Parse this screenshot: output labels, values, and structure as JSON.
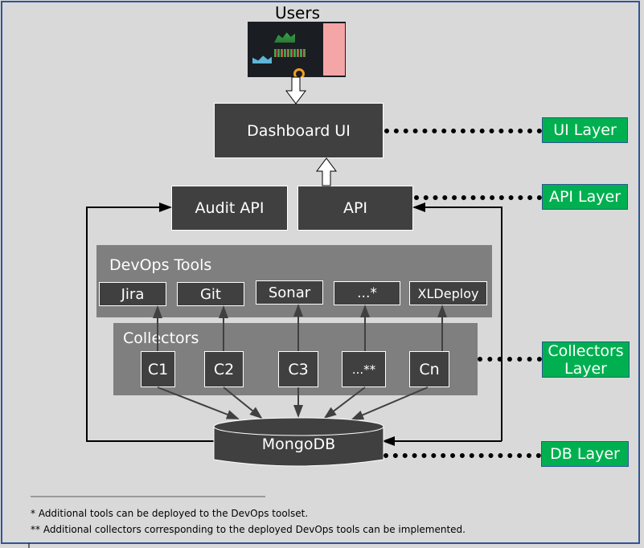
{
  "title": "Users",
  "nodes": {
    "dashboard_ui": "Dashboard UI",
    "audit_api": "Audit API",
    "api": "API",
    "mongodb": "MongoDB"
  },
  "devops": {
    "title": "DevOps Tools",
    "tools": [
      "Jira",
      "Git",
      "Sonar",
      "...*",
      "XLDeploy"
    ]
  },
  "collectors": {
    "title": "Collectors",
    "items": [
      "C1",
      "C2",
      "C3",
      "...**",
      "Cn"
    ]
  },
  "layers": {
    "ui": "UI Layer",
    "api": "API Layer",
    "collectors": "Collectors Layer",
    "db": "DB Layer"
  },
  "colors": {
    "layer_green": "#00b050",
    "node_dark": "#404040",
    "panel_gray": "#7f7f7f",
    "frame_blue": "#2f5597"
  },
  "footnotes": [
    "* Additional tools can be deployed to the DevOps toolset.",
    "** Additional collectors corresponding to the deployed DevOps tools can be implemented."
  ]
}
